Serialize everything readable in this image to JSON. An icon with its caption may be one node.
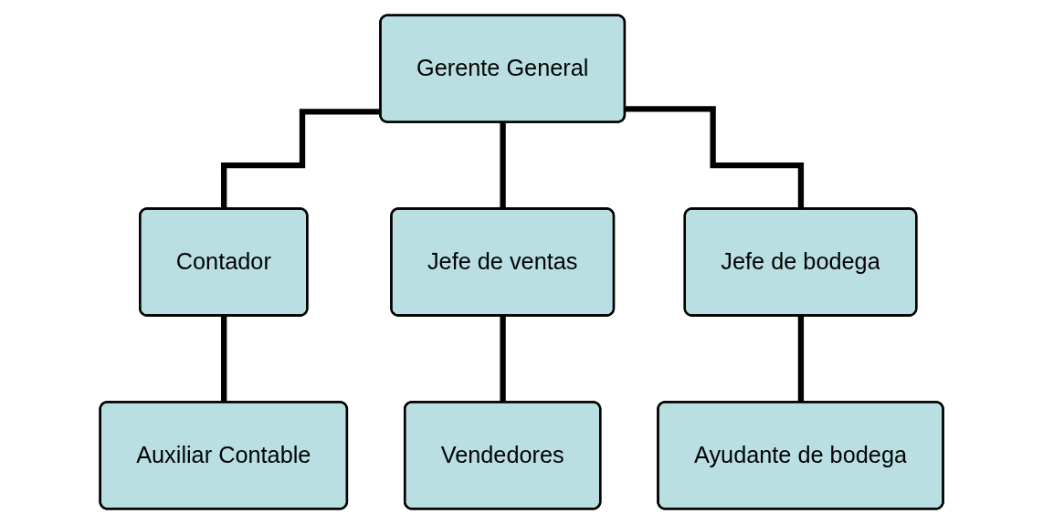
{
  "diagram": {
    "nodes": [
      {
        "text": [
          "Gerente General"
        ]
      },
      {
        "text": [
          "Contador"
        ]
      },
      {
        "text": [
          "Jefe de ventas"
        ]
      },
      {
        "text": [
          "Jefe de bodega"
        ]
      },
      {
        "text": [
          "Auxiliar Contable"
        ]
      },
      {
        "text": [
          "Vendedores"
        ]
      },
      {
        "text": [
          "Ayudante de bodega"
        ]
      }
    ],
    "edges": [
      {
        "from": 0,
        "to": 1,
        "arrow": "none"
      },
      {
        "from": 0,
        "to": 2,
        "arrow": "none"
      },
      {
        "from": 0,
        "to": 3,
        "arrow": "none"
      },
      {
        "from": 1,
        "to": 4,
        "arrow": "none"
      },
      {
        "from": 2,
        "to": 5,
        "arrow": "none"
      },
      {
        "from": 3,
        "to": 6,
        "arrow": "none"
      }
    ]
  }
}
